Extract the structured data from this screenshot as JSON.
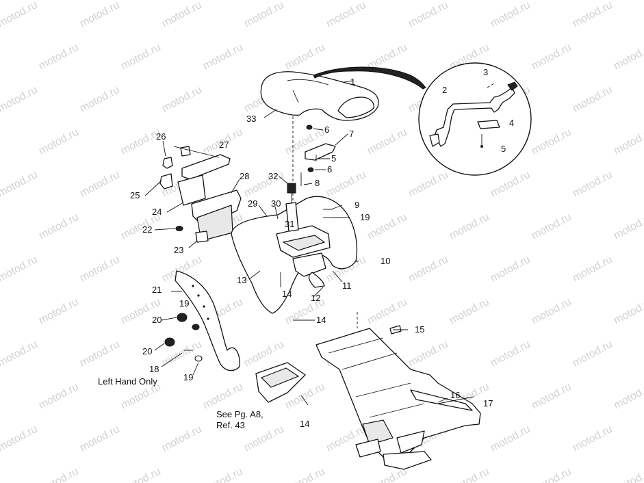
{
  "watermark": {
    "text": "motod.ru"
  },
  "callouts": [
    {
      "id": "c1",
      "text": "1"
    },
    {
      "id": "c2",
      "text": "2"
    },
    {
      "id": "c3",
      "text": "3"
    },
    {
      "id": "c4",
      "text": "4"
    },
    {
      "id": "c5a",
      "text": "5"
    },
    {
      "id": "c33",
      "text": "33"
    },
    {
      "id": "c6a",
      "text": "6"
    },
    {
      "id": "c7",
      "text": "7"
    },
    {
      "id": "c5b",
      "text": "5"
    },
    {
      "id": "c6b",
      "text": "6"
    },
    {
      "id": "c26",
      "text": "26"
    },
    {
      "id": "c27",
      "text": "27"
    },
    {
      "id": "c32",
      "text": "32"
    },
    {
      "id": "c8",
      "text": "8"
    },
    {
      "id": "c28",
      "text": "28"
    },
    {
      "id": "c25",
      "text": "25"
    },
    {
      "id": "c29",
      "text": "29"
    },
    {
      "id": "c30",
      "text": "30"
    },
    {
      "id": "c9",
      "text": "9"
    },
    {
      "id": "c24",
      "text": "24"
    },
    {
      "id": "c19a",
      "text": "19"
    },
    {
      "id": "c31",
      "text": "31"
    },
    {
      "id": "c22",
      "text": "22"
    },
    {
      "id": "c23",
      "text": "23"
    },
    {
      "id": "c10",
      "text": "10"
    },
    {
      "id": "c13",
      "text": "13"
    },
    {
      "id": "c11",
      "text": "11"
    },
    {
      "id": "c21",
      "text": "21"
    },
    {
      "id": "c14a",
      "text": "14"
    },
    {
      "id": "c12",
      "text": "12"
    },
    {
      "id": "c19b",
      "text": "19"
    },
    {
      "id": "c20a",
      "text": "20"
    },
    {
      "id": "c14b",
      "text": "14"
    },
    {
      "id": "c15",
      "text": "15"
    },
    {
      "id": "c20b",
      "text": "20"
    },
    {
      "id": "c18",
      "text": "18"
    },
    {
      "id": "c19c",
      "text": "19"
    },
    {
      "id": "c16",
      "text": "16"
    },
    {
      "id": "c17",
      "text": "17"
    },
    {
      "id": "c14c",
      "text": "14"
    }
  ],
  "notes": {
    "left_hand_only": "Left Hand Only",
    "see_page_line1": "See Pg. A8,",
    "see_page_line2": "Ref. 43"
  }
}
